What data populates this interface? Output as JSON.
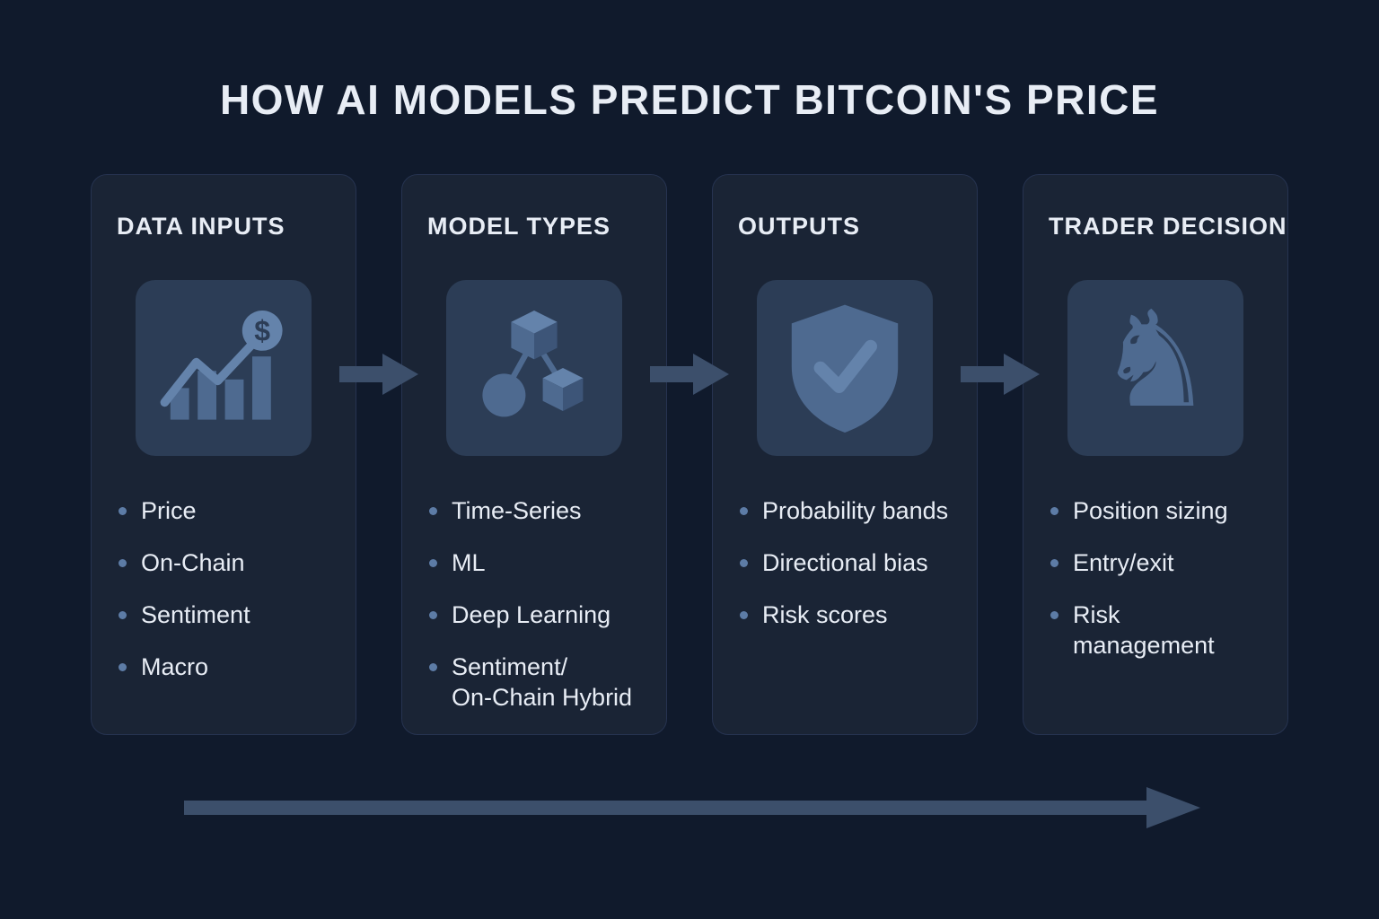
{
  "title": "HOW AI MODELS PREDICT BITCOIN'S PRICE",
  "columns": [
    {
      "heading": "DATA INPUTS",
      "icon": "price-chart-icon",
      "items": [
        "Price",
        "On-Chain",
        "Sentiment",
        "Macro"
      ]
    },
    {
      "heading": "MODEL TYPES",
      "icon": "model-network-icon",
      "items": [
        "Time-Series",
        "ML",
        "Deep Learning",
        "Sentiment/\nOn-Chain Hybrid"
      ]
    },
    {
      "heading": "OUTPUTS",
      "icon": "shield-check-icon",
      "items": [
        "Probability bands",
        "Directional bias",
        "Risk scores"
      ]
    },
    {
      "heading": "TRADER DECISION",
      "icon": "chess-knight-icon",
      "items": [
        "Position sizing",
        "Entry/exit",
        "Risk management"
      ]
    }
  ],
  "icon_glyphs": {
    "knight": "♞",
    "currency": "$"
  },
  "colors": {
    "background": "#101a2c",
    "card": "#1a2435",
    "icon_tile": "#2c3d56",
    "icon_fill": "#4e6a90",
    "arrow": "#3c4f6b",
    "text": "#e8edf5",
    "bullet": "#5d7ca6"
  }
}
